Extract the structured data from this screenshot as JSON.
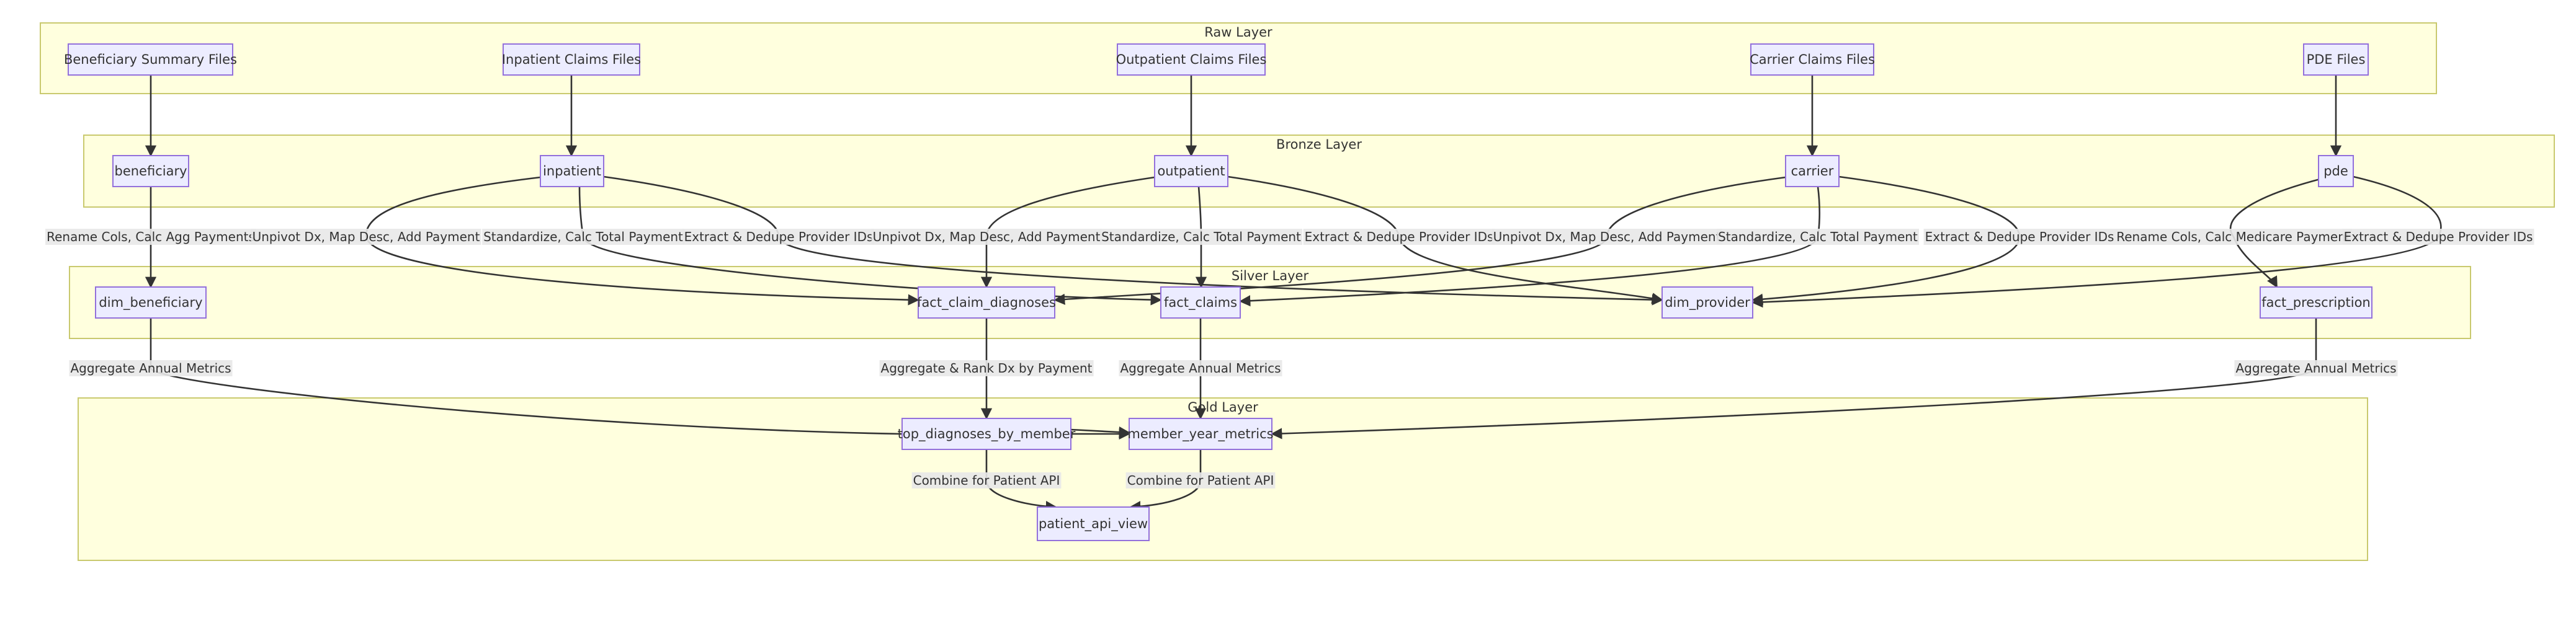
{
  "layers": [
    {
      "id": "raw",
      "label": "Raw Layer"
    },
    {
      "id": "bronze",
      "label": "Bronze Layer"
    },
    {
      "id": "silver",
      "label": "Silver Layer"
    },
    {
      "id": "gold",
      "label": "Gold Layer"
    }
  ],
  "nodes": [
    {
      "id": "beneficiary_summary_files",
      "label": "Beneficiary Summary Files",
      "layer": "raw"
    },
    {
      "id": "inpatient_claims_files",
      "label": "Inpatient Claims Files",
      "layer": "raw"
    },
    {
      "id": "outpatient_claims_files",
      "label": "Outpatient Claims Files",
      "layer": "raw"
    },
    {
      "id": "carrier_claims_files",
      "label": "Carrier Claims Files",
      "layer": "raw"
    },
    {
      "id": "pde_files",
      "label": "PDE Files",
      "layer": "raw"
    },
    {
      "id": "beneficiary",
      "label": "beneficiary",
      "layer": "bronze"
    },
    {
      "id": "inpatient",
      "label": "inpatient",
      "layer": "bronze"
    },
    {
      "id": "outpatient",
      "label": "outpatient",
      "layer": "bronze"
    },
    {
      "id": "carrier",
      "label": "carrier",
      "layer": "bronze"
    },
    {
      "id": "pde",
      "label": "pde",
      "layer": "bronze"
    },
    {
      "id": "dim_beneficiary",
      "label": "dim_beneficiary",
      "layer": "silver"
    },
    {
      "id": "fact_claim_diagnoses",
      "label": "fact_claim_diagnoses",
      "layer": "silver"
    },
    {
      "id": "fact_claims",
      "label": "fact_claims",
      "layer": "silver"
    },
    {
      "id": "dim_provider",
      "label": "dim_provider",
      "layer": "silver"
    },
    {
      "id": "fact_prescription",
      "label": "fact_prescription",
      "layer": "silver"
    },
    {
      "id": "top_diagnoses_by_member",
      "label": "top_diagnoses_by_member",
      "layer": "gold"
    },
    {
      "id": "member_year_metrics",
      "label": "member_year_metrics",
      "layer": "gold"
    },
    {
      "id": "patient_api_view",
      "label": "patient_api_view",
      "layer": "gold"
    }
  ],
  "edges": [
    {
      "from": "beneficiary_summary_files",
      "to": "beneficiary",
      "label": ""
    },
    {
      "from": "inpatient_claims_files",
      "to": "inpatient",
      "label": ""
    },
    {
      "from": "outpatient_claims_files",
      "to": "outpatient",
      "label": ""
    },
    {
      "from": "carrier_claims_files",
      "to": "carrier",
      "label": ""
    },
    {
      "from": "pde_files",
      "to": "pde",
      "label": ""
    },
    {
      "from": "beneficiary",
      "to": "dim_beneficiary",
      "label": "Rename Cols, Calc Agg Payments"
    },
    {
      "from": "inpatient",
      "to": "fact_claim_diagnoses",
      "label": "Unpivot Dx, Map Desc, Add Payment"
    },
    {
      "from": "inpatient",
      "to": "fact_claims",
      "label": "Standardize, Calc Total Payment"
    },
    {
      "from": "inpatient",
      "to": "dim_provider",
      "label": "Extract & Dedupe Provider IDs"
    },
    {
      "from": "outpatient",
      "to": "fact_claim_diagnoses",
      "label": "Unpivot Dx, Map Desc, Add Payment"
    },
    {
      "from": "outpatient",
      "to": "fact_claims",
      "label": "Standardize, Calc Total Payment"
    },
    {
      "from": "outpatient",
      "to": "dim_provider",
      "label": "Extract & Dedupe Provider IDs"
    },
    {
      "from": "carrier",
      "to": "fact_claim_diagnoses",
      "label": "Unpivot Dx, Map Desc, Add Payment"
    },
    {
      "from": "carrier",
      "to": "fact_claims",
      "label": "Standardize, Calc Total Payment"
    },
    {
      "from": "carrier",
      "to": "dim_provider",
      "label": "Extract & Dedupe Provider IDs"
    },
    {
      "from": "pde",
      "to": "fact_prescription",
      "label": "Rename Cols, Calc Medicare Payment"
    },
    {
      "from": "pde",
      "to": "dim_provider",
      "label": "Extract & Dedupe Provider IDs"
    },
    {
      "from": "dim_beneficiary",
      "to": "member_year_metrics",
      "label": "Aggregate Annual Metrics"
    },
    {
      "from": "fact_claim_diagnoses",
      "to": "top_diagnoses_by_member",
      "label": "Aggregate & Rank Dx by Payment"
    },
    {
      "from": "fact_claims",
      "to": "member_year_metrics",
      "label": "Aggregate Annual Metrics"
    },
    {
      "from": "fact_prescription",
      "to": "member_year_metrics",
      "label": "Aggregate Annual Metrics"
    },
    {
      "from": "top_diagnoses_by_member",
      "to": "member_year_metrics",
      "label": ""
    },
    {
      "from": "top_diagnoses_by_member",
      "to": "patient_api_view",
      "label": "Combine for Patient API"
    },
    {
      "from": "member_year_metrics",
      "to": "patient_api_view",
      "label": "Combine for Patient API"
    }
  ]
}
